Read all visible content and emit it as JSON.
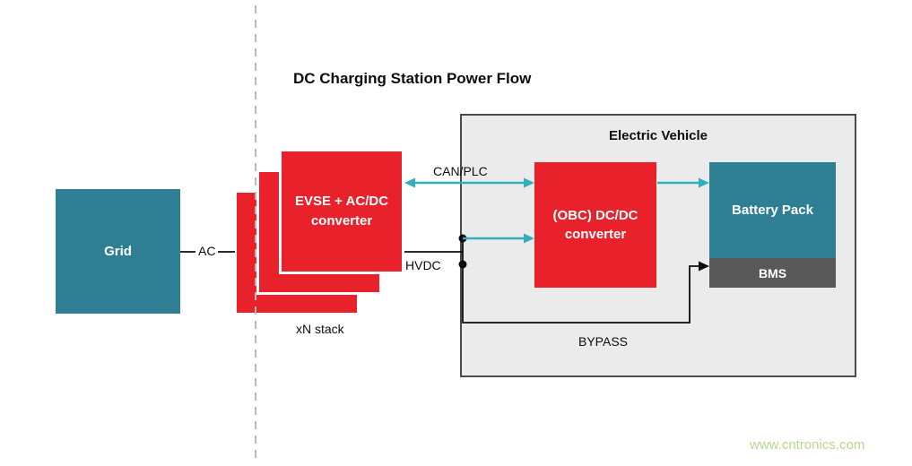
{
  "title": "DC Charging Station Power Flow",
  "watermark": "www.cntronics.com",
  "station": {
    "grid_label": "Grid",
    "evse_label": "EVSE + AC/DC converter",
    "stack_label": "xN stack"
  },
  "links": {
    "ac": "AC",
    "hvdc": "HVDC",
    "can_plc": "CAN/PLC",
    "bypass": "BYPASS"
  },
  "vehicle": {
    "title": "Electric Vehicle",
    "obc_label": "(OBC) DC/DC converter",
    "battery_label": "Battery Pack",
    "bms_label": "BMS"
  },
  "colors": {
    "teal_box": "#2E7F93",
    "red_box": "#E8212B",
    "cyan_arrow": "#35AEBC",
    "bms_gray": "#595959",
    "ev_fill": "#EBEBEB",
    "watermark_green": "#B7D78F"
  }
}
